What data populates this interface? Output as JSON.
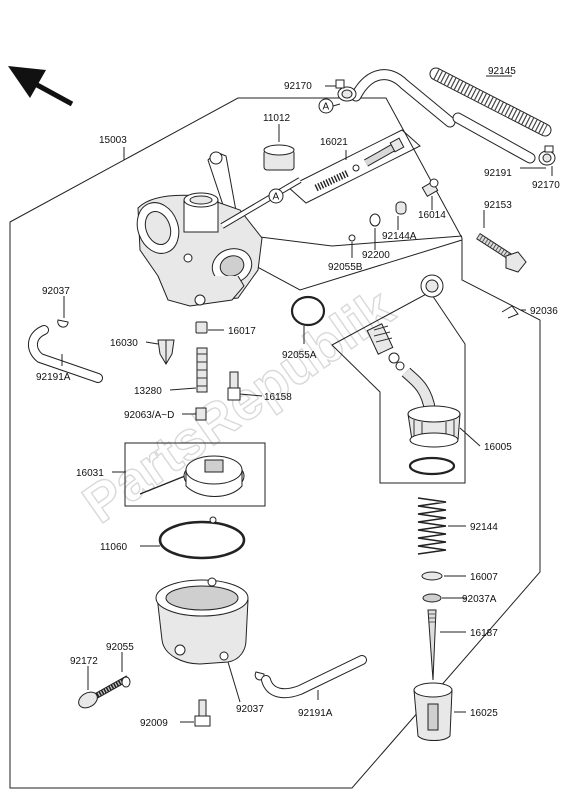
{
  "watermark": "PartsRepublik",
  "callouts": {
    "a1": "A",
    "a2": "A"
  },
  "labels": {
    "p92170_top": "92170",
    "p92145": "92145",
    "p15003": "15003",
    "p11012": "11012",
    "p16021": "16021",
    "p92191": "92191",
    "p92170_right": "92170",
    "p16014": "16014",
    "p92153": "92153",
    "p92144A": "92144A",
    "p92200": "92200",
    "p92055B": "92055B",
    "p92037_left": "92037",
    "p92036": "92036",
    "p16030": "16030",
    "p16017": "16017",
    "p92055A": "92055A",
    "p92191A_left": "92191A",
    "p13280": "13280",
    "p16158": "16158",
    "p92063": "92063/A~D",
    "p16005": "16005",
    "p16031": "16031",
    "p92144": "92144",
    "p11060": "11060",
    "p16007": "16007",
    "p92037A": "92037A",
    "p16187": "16187",
    "p92055": "92055",
    "p92172": "92172",
    "p92037_bottom": "92037",
    "p92191A_bottom": "92191A",
    "p92009": "92009",
    "p16025": "16025"
  }
}
